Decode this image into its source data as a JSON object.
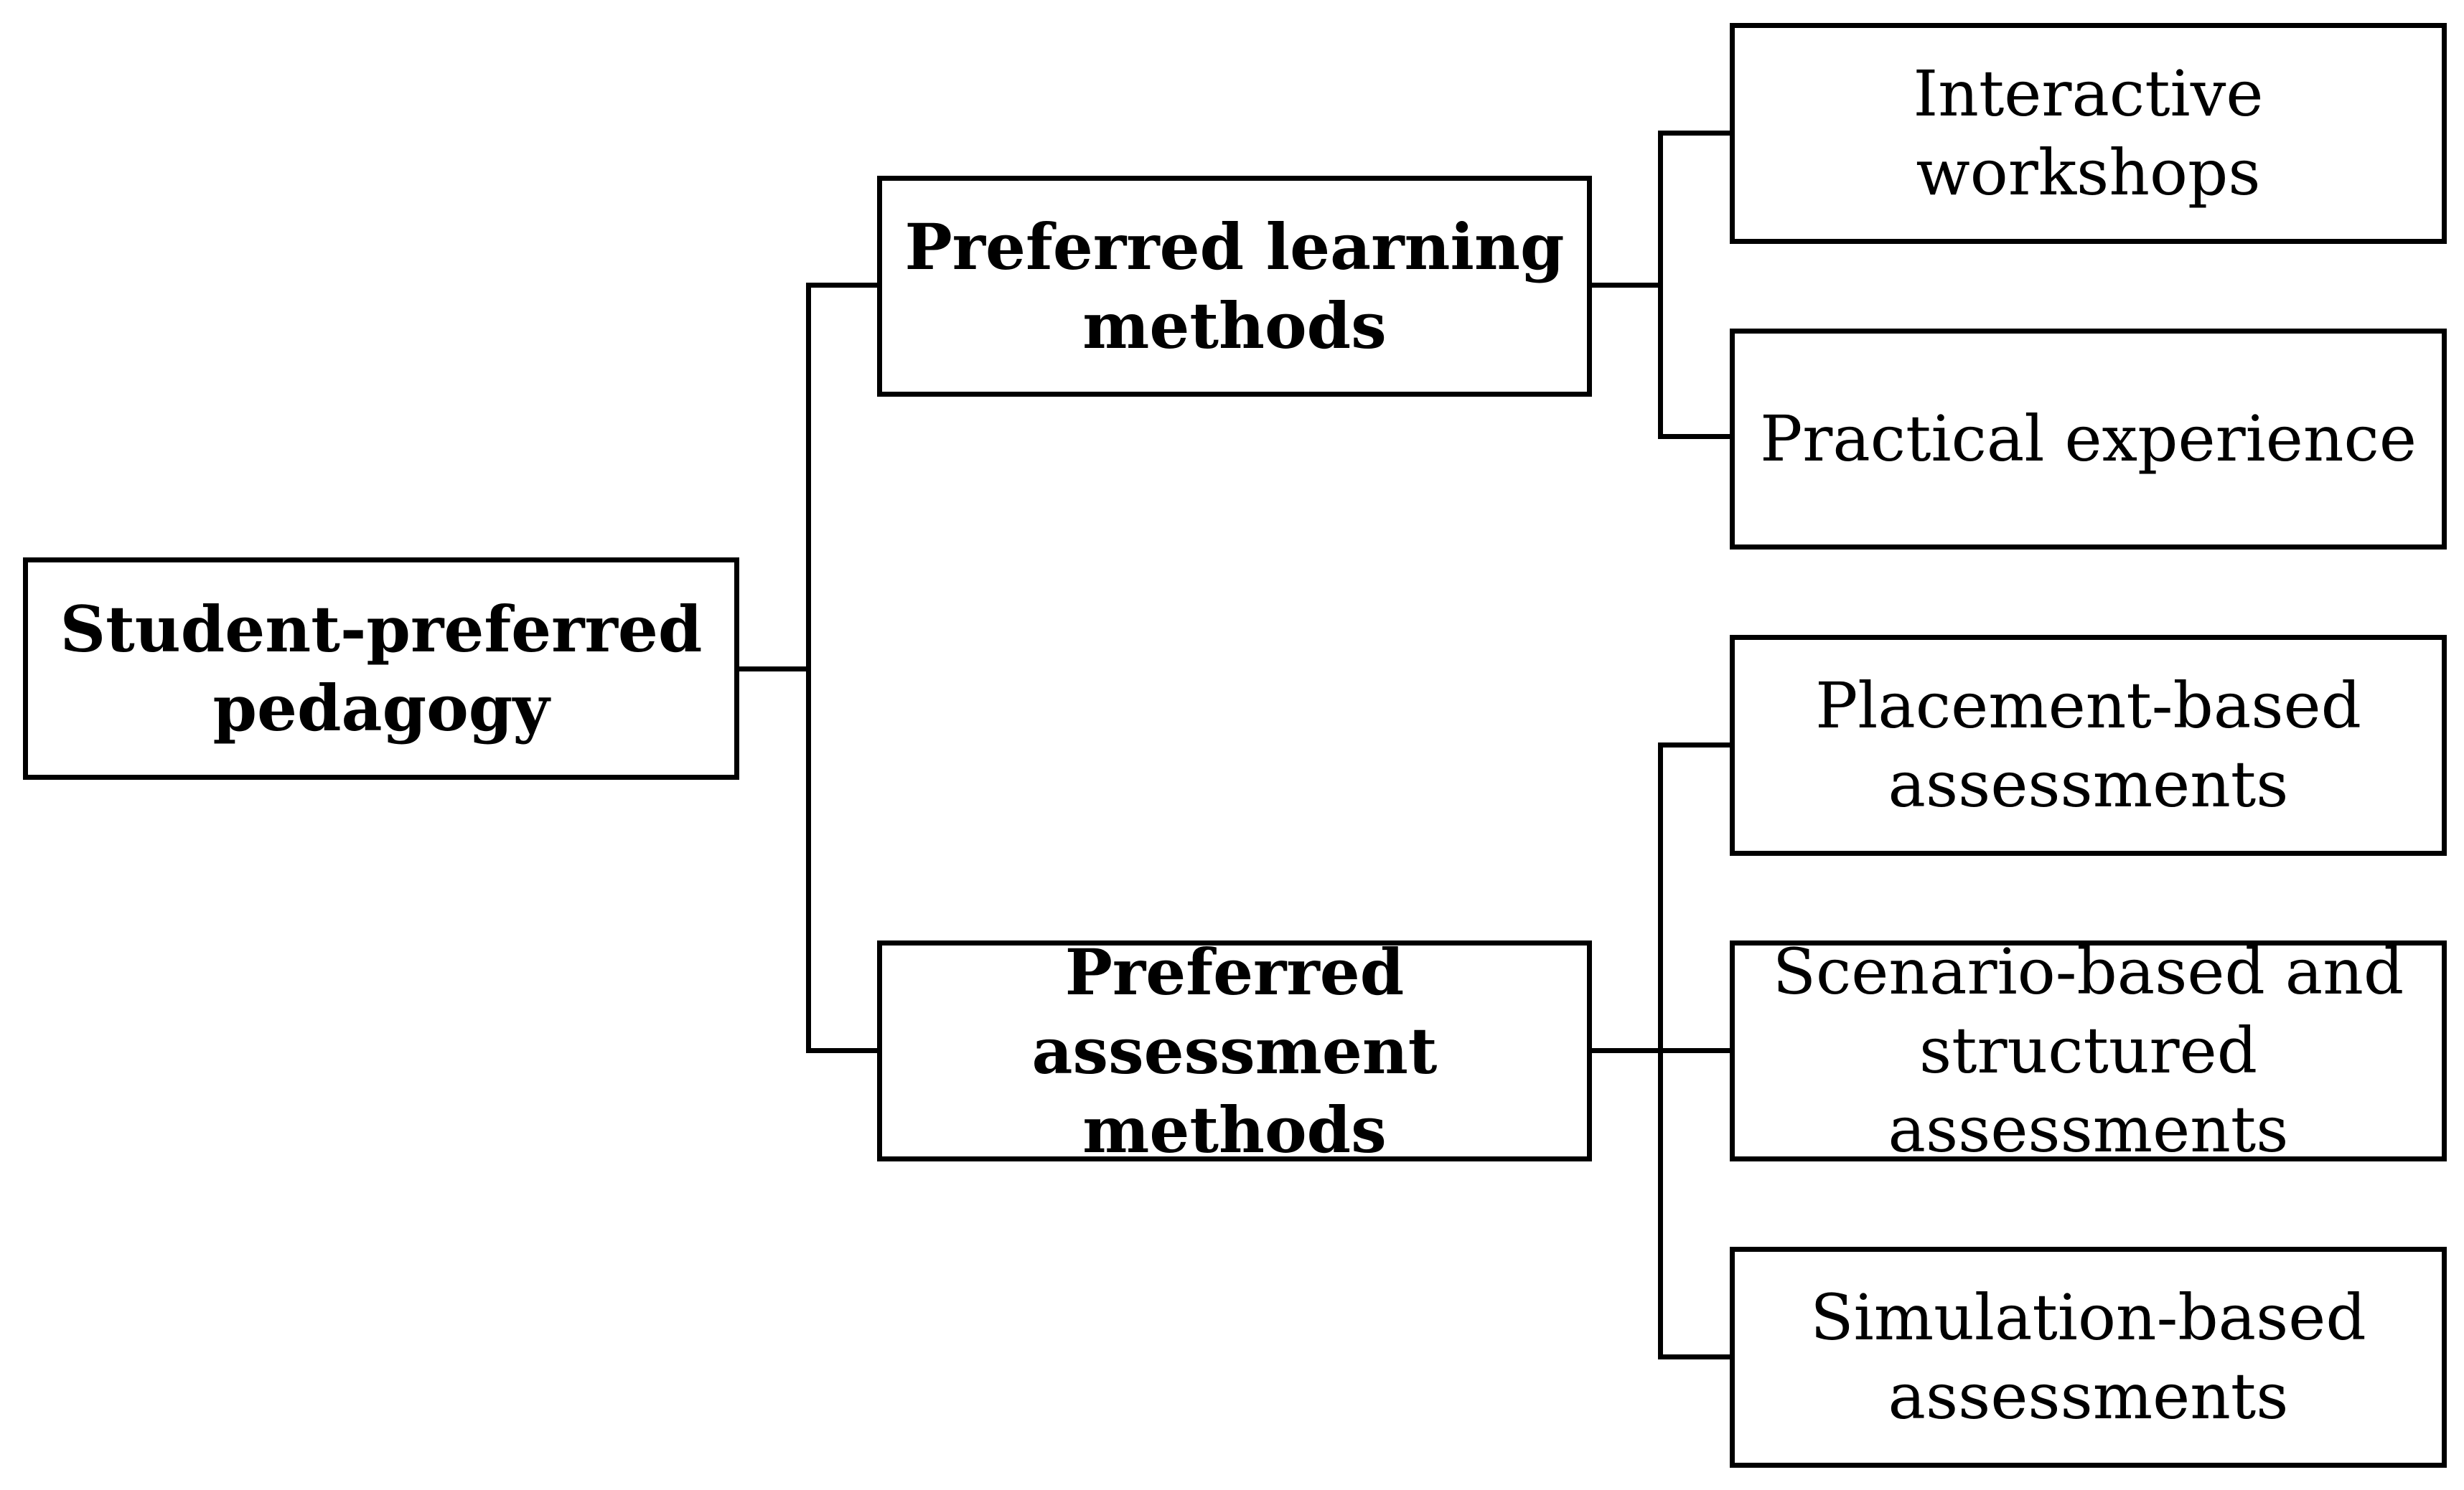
{
  "diagram": {
    "root": {
      "label": "Student-preferred\npedagogy"
    },
    "branches": [
      {
        "label": "Preferred learning\nmethods",
        "children": [
          {
            "label": "Interactive workshops"
          },
          {
            "label": "Practical experience"
          }
        ]
      },
      {
        "label": "Preferred assessment\nmethods",
        "children": [
          {
            "label": "Placement-based\nassessments"
          },
          {
            "label": "Scenario-based and\nstructured assessments"
          },
          {
            "label": "Simulation-based\nassessments"
          }
        ]
      }
    ]
  },
  "colors": {
    "line": "#000000",
    "box_fill": "#ffffff",
    "text": "#000000"
  }
}
